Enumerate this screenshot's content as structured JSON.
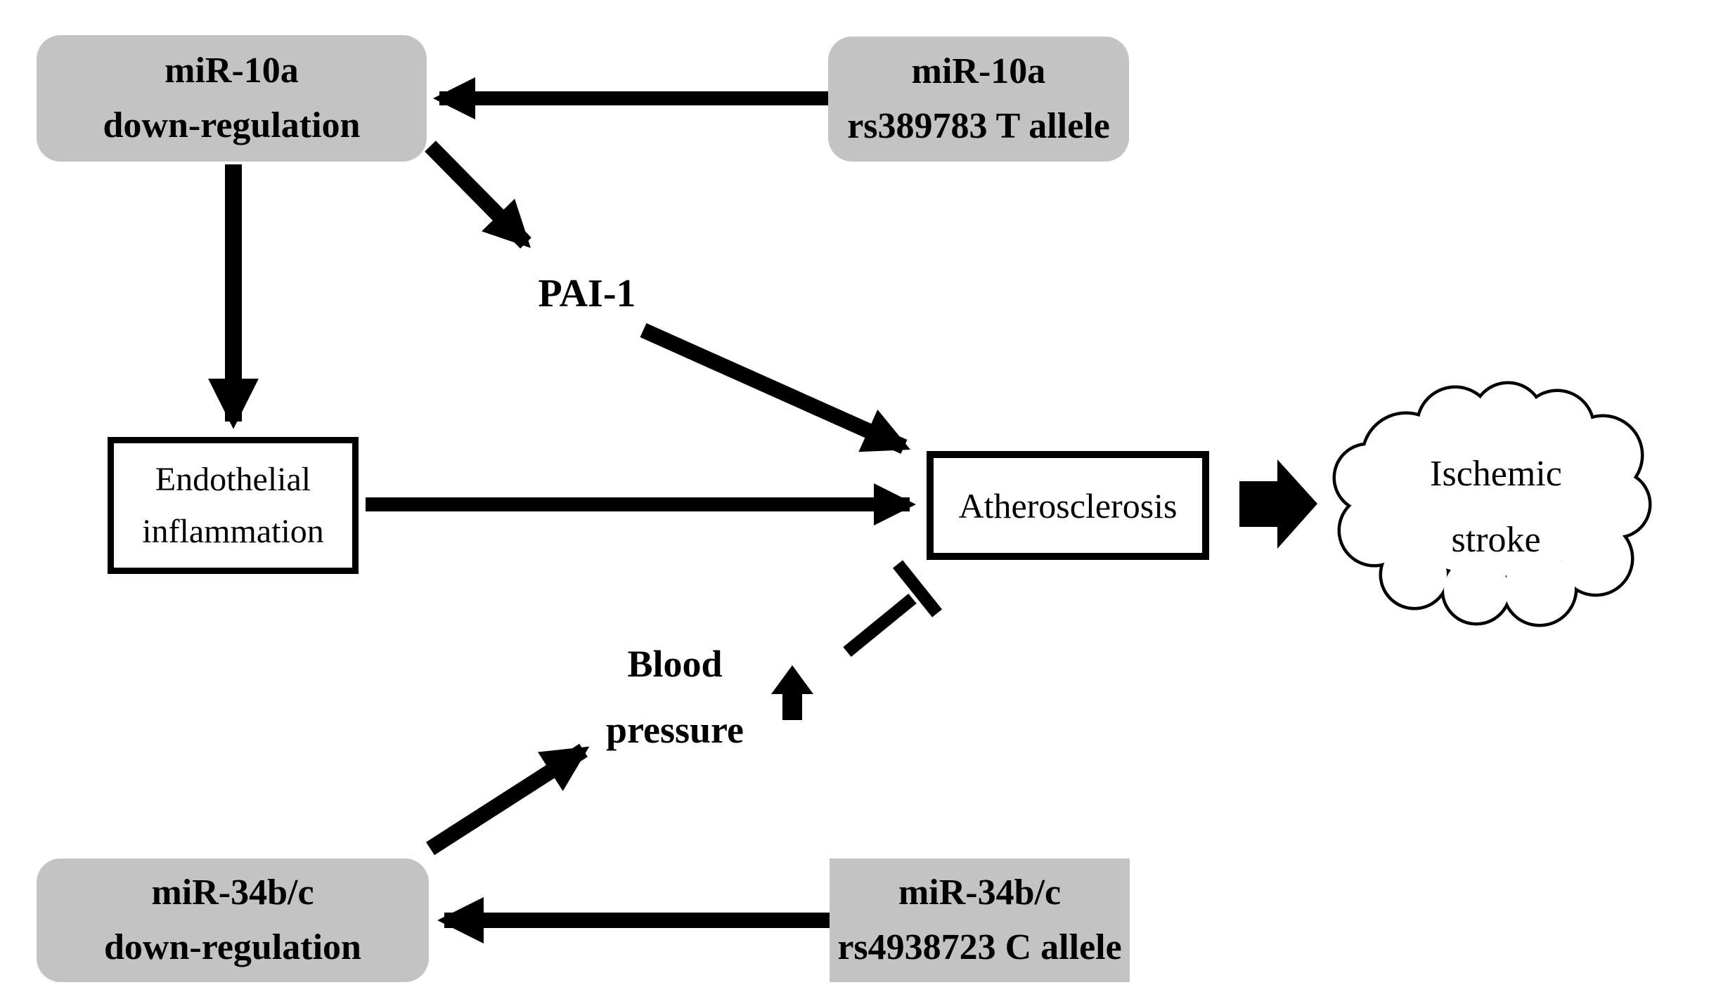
{
  "figure": {
    "type": "pathway-diagram",
    "title_implicit": "miR-10a and miR-34b/c polymorphisms pathway to ischemic stroke"
  },
  "colors": {
    "background": "#ffffff",
    "gray_box_fill": "#c3c3c3",
    "line_and_text": "#000000",
    "white_box_fill": "#ffffff"
  },
  "nodes": {
    "mir10a_down": {
      "line1": "miR-10a",
      "line2": "down-regulation",
      "shape": "rounded-gray-box"
    },
    "mir10a_allele": {
      "line1": "miR-10a",
      "line2": "rs389783 T allele",
      "shape": "rounded-gray-box"
    },
    "pai1": {
      "label": "PAI-1",
      "shape": "text-label"
    },
    "endothelial": {
      "line1": "Endothelial",
      "line2": "inflammation",
      "shape": "white-box"
    },
    "atherosclerosis": {
      "label": "Atherosclerosis",
      "shape": "white-box"
    },
    "blood_pressure": {
      "line1": "Blood",
      "line2": "pressure",
      "trend_icon": "up-arrow",
      "shape": "text-label"
    },
    "ischemic_stroke": {
      "line1": "Ischemic",
      "line2": "stroke",
      "shape": "cloud"
    },
    "mir34bc_down": {
      "line1": "miR-34b/c",
      "line2": "down-regulation",
      "shape": "rounded-gray-box"
    },
    "mir34bc_allele": {
      "line1": "miR-34b/c",
      "line2": "rs4938723 C allele",
      "shape": "square-gray-box"
    }
  },
  "edges": [
    {
      "from": "miR-10a rs389783 T allele",
      "to": "miR-10a down-regulation",
      "type": "arrow"
    },
    {
      "from": "miR-10a down-regulation",
      "to": "Endothelial inflammation",
      "type": "arrow"
    },
    {
      "from": "miR-10a down-regulation",
      "to": "PAI-1",
      "type": "arrow"
    },
    {
      "from": "PAI-1",
      "to": "Atherosclerosis",
      "type": "arrow"
    },
    {
      "from": "Endothelial inflammation",
      "to": "Atherosclerosis",
      "type": "arrow"
    },
    {
      "from": "Blood pressure",
      "to": "Atherosclerosis",
      "type": "t-bar"
    },
    {
      "from": "miR-34b/c down-regulation",
      "to": "Blood pressure",
      "type": "arrow"
    },
    {
      "from": "miR-34b/c rs4938723 C allele",
      "to": "miR-34b/c down-regulation",
      "type": "arrow"
    },
    {
      "from": "Atherosclerosis",
      "to": "Ischemic stroke",
      "type": "block-arrow"
    }
  ]
}
